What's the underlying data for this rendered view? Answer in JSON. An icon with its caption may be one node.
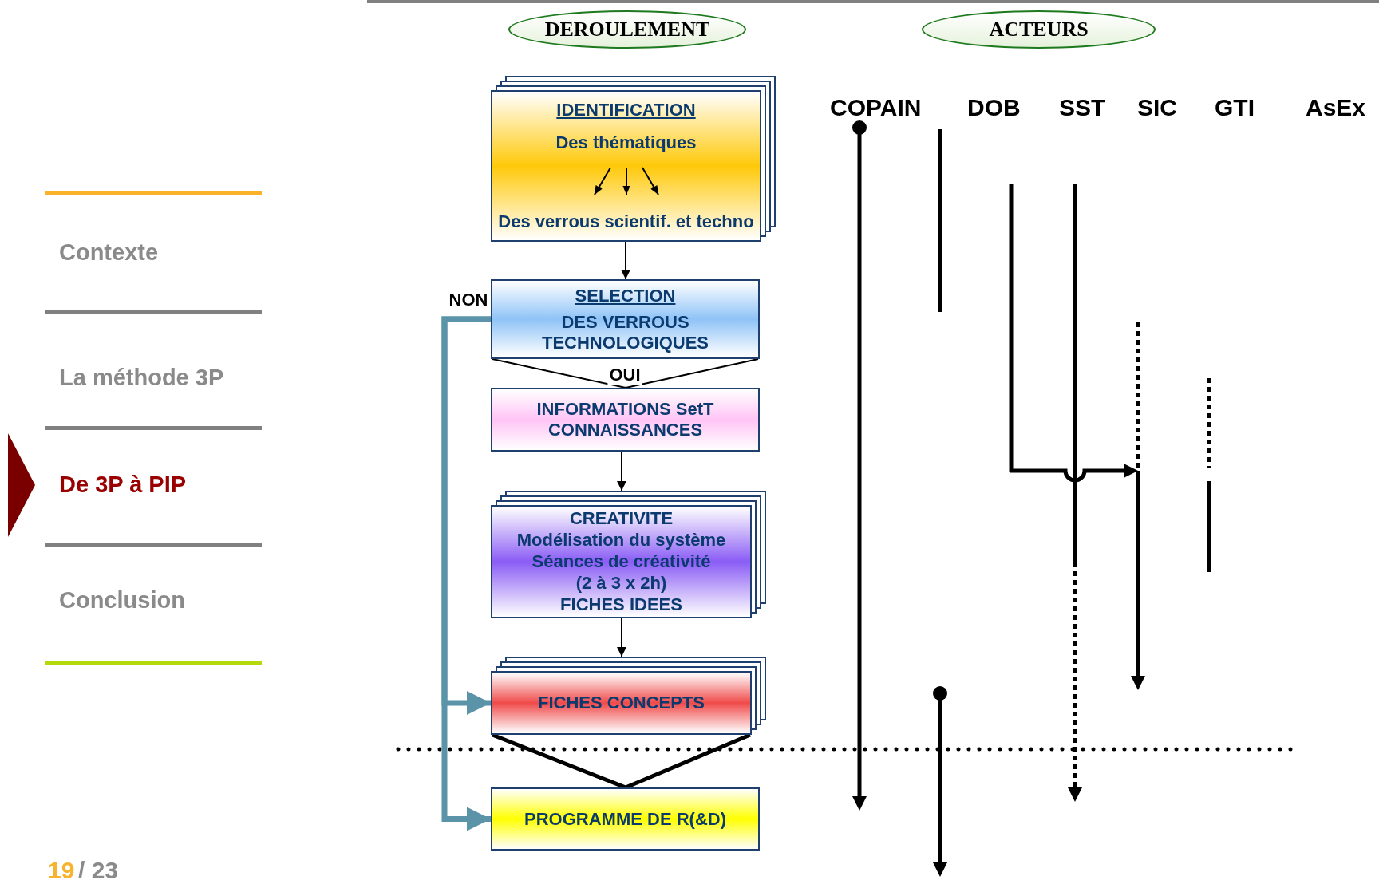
{
  "diagram": {
    "nodes": [
      {
        "text": [
          "DEROULEMENT"
        ]
      },
      {
        "text": [
          "ACTEURS"
        ]
      },
      {
        "text": [
          "IDENTIFICATION",
          "Des thématiques",
          "Des verrous scientif. et techno"
        ]
      },
      {
        "text": [
          "SELECTION",
          "DES VERROUS TECHNOLOGIQUES"
        ]
      },
      {
        "text": [
          "INFORMATIONS SetT CONNAISSANCES"
        ]
      },
      {
        "text": [
          "CREATIVITE",
          "Modélisation du système",
          "Séances de créativité",
          "(2 à 3 x 2h)",
          "FICHES IDEES"
        ]
      },
      {
        "text": [
          "FICHES CONCEPTS"
        ]
      },
      {
        "text": [
          "PROGRAMME DE R(&D)"
        ]
      }
    ],
    "edges": [
      {
        "from": 2,
        "to": 3,
        "arrow": "to"
      },
      {
        "from": 3,
        "to": 4,
        "arrow": "none",
        "label": "OUI"
      },
      {
        "from": 4,
        "to": 5,
        "arrow": "to"
      },
      {
        "from": 5,
        "to": 6,
        "arrow": "to"
      },
      {
        "from": 6,
        "to": 7,
        "arrow": "none",
        "style": "thick"
      },
      {
        "from": 3,
        "to": 6,
        "arrow": "to",
        "label": "NON",
        "style": "thick",
        "color": "#5b93a8"
      },
      {
        "from": 3,
        "to": 7,
        "arrow": "to",
        "style": "thick",
        "color": "#5b93a8"
      }
    ],
    "labels": [
      "COPAIN",
      "DOB",
      "SST",
      "SIC",
      "GTI",
      "AsEx",
      "Contexte",
      "La méthode 3P",
      "De 3P à PIP",
      "Conclusion",
      "19",
      "/ 23"
    ]
  }
}
